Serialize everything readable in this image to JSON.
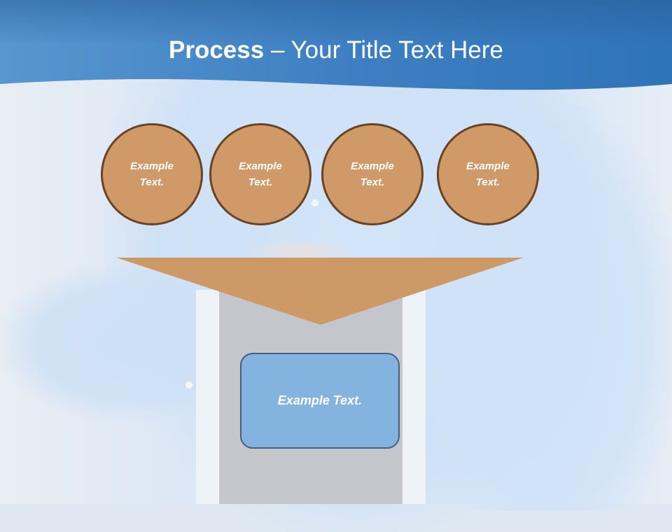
{
  "slide": {
    "title_bold": "Process",
    "title_rest": " – Your Title Text Here"
  },
  "steps": [
    {
      "label": "Example Text."
    },
    {
      "label": "Example Text."
    },
    {
      "label": "Example Text."
    },
    {
      "label": "Example Text."
    }
  ],
  "result": {
    "label": "Example Text."
  },
  "colors": {
    "header_blue": "#3d7fc0",
    "circle_fill": "#d09a68",
    "circle_border": "#6a4324",
    "funnel_fill": "#cd9966",
    "result_fill": "#84b3e0",
    "result_border": "#43607e"
  }
}
